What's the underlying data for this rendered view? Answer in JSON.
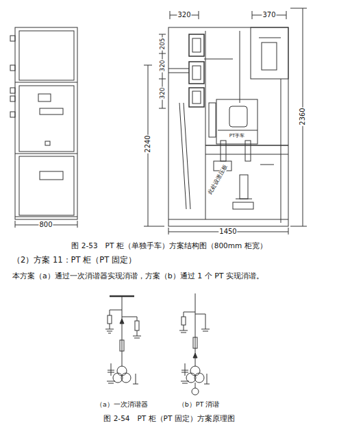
{
  "diagram": {
    "caption": "图 2-54　PT 柜（PT 固定）方案原理图",
    "labels": [
      "320",
      "370",
      "205",
      "320",
      "320",
      "2240",
      "2360",
      "PT手车",
      "此处设泄压板",
      "800",
      "1450",
      "图 2-53　PT 柜（单独手车）方案结构图（800mm 柜宽）",
      "（2）方案 11：PT 柜（PT 固定）",
      "本方案（a）通过一次消谐器实现消谐，方案（b）通过 1 个 PT 实现消谐。",
      "（a）一次消谐器",
      "（b）PT 消谐"
    ]
  }
}
